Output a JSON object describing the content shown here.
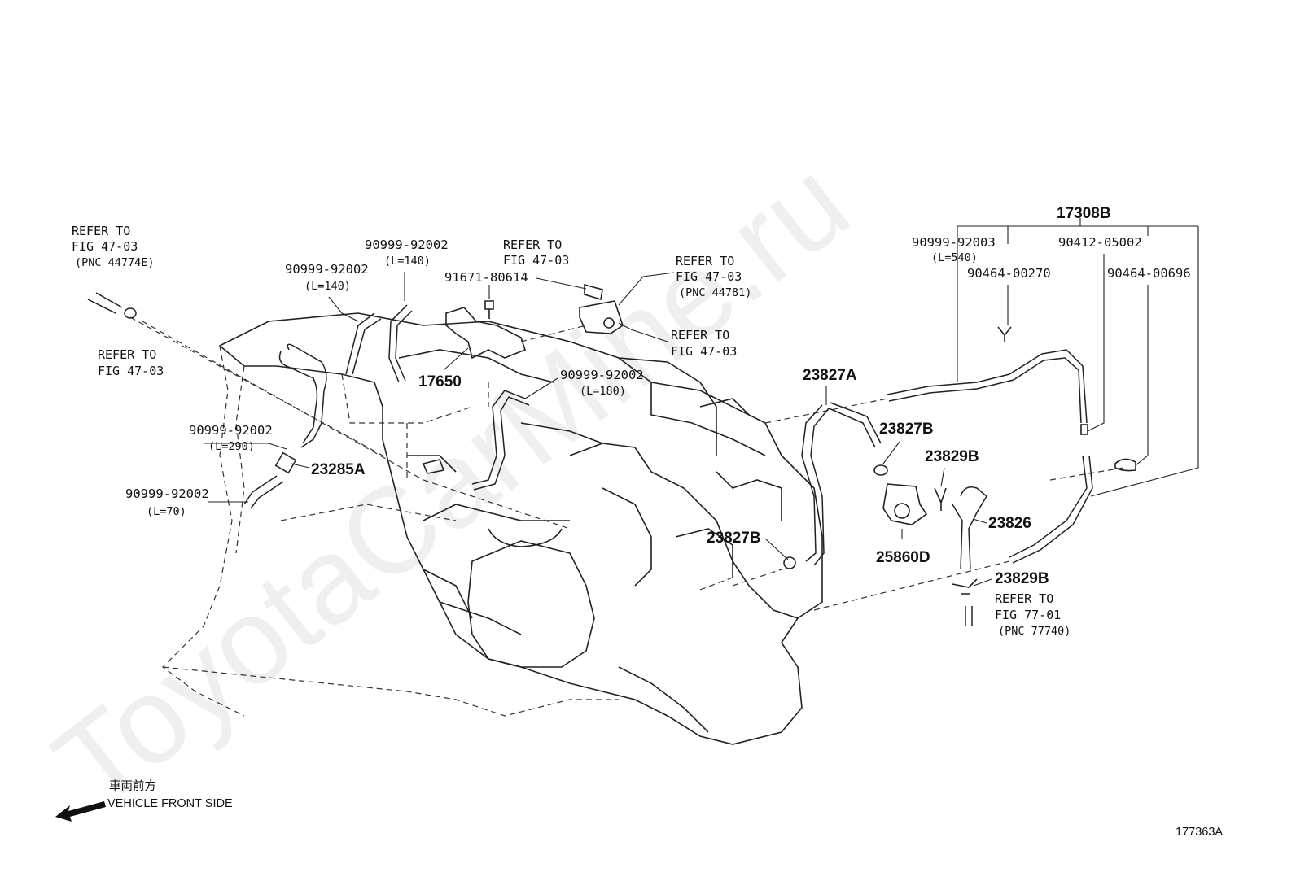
{
  "watermark": "ToyotaCarMine.ru",
  "figure_id": "177363A",
  "front_label_jp": "車両前方",
  "front_label_en": "VEHICLE FRONT SIDE",
  "labels": {
    "refer1_a": "REFER TO",
    "refer1_b": "FIG 47-03",
    "refer1_c": "(PNC 44774E)",
    "refer2_a": "REFER TO",
    "refer2_b": "FIG 47-03",
    "refer3_a": "REFER TO",
    "refer3_b": "FIG 47-03",
    "refer4_a": "REFER TO",
    "refer4_b": "FIG 47-03",
    "refer4_c": "(PNC 44781)",
    "refer5_a": "REFER TO",
    "refer5_b": "FIG 47-03",
    "refer6_a": "REFER TO",
    "refer6_b": "FIG 77-01",
    "refer6_c": "(PNC 77740)",
    "p90999_92002_a": "90999-92002",
    "len_a": "(L=140)",
    "p90999_92002_b": "90999-92002",
    "len_b": "(L=140)",
    "p91671_80614": "91671-80614",
    "p17650": "17650",
    "p90999_92002_c": "90999-92002",
    "len_c": "(L=180)",
    "p90999_92002_d": "90999-92002",
    "len_d": "(L=290)",
    "p23285A": "23285A",
    "p90999_92002_e": "90999-92002",
    "len_e": "(L=70)",
    "p17308B": "17308B",
    "p90999_92003": "90999-92003",
    "len_f": "(L=540)",
    "p90412_05002": "90412-05002",
    "p90464_00270": "90464-00270",
    "p90464_00696": "90464-00696",
    "p23827A": "23827A",
    "p23827B_a": "23827B",
    "p23829B_a": "23829B",
    "p23826": "23826",
    "p25860D": "25860D",
    "p23827B_b": "23827B",
    "p23829B_b": "23829B"
  }
}
